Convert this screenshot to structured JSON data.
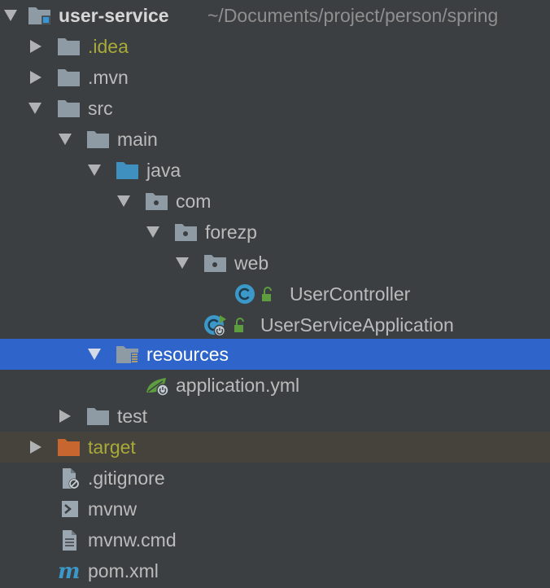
{
  "tree": {
    "project": {
      "name": "user-service",
      "path": "~/Documents/project/person/spring"
    },
    "items": [
      {
        "label": ".idea"
      },
      {
        "label": ".mvn"
      },
      {
        "label": "src"
      },
      {
        "label": "main"
      },
      {
        "label": "java"
      },
      {
        "label": "com"
      },
      {
        "label": "forezp"
      },
      {
        "label": "web"
      },
      {
        "label": "UserController"
      },
      {
        "label": "UserServiceApplication"
      },
      {
        "label": "resources"
      },
      {
        "label": "application.yml"
      },
      {
        "label": "test"
      },
      {
        "label": "target"
      },
      {
        "label": ".gitignore"
      },
      {
        "label": "mvnw"
      },
      {
        "label": "mvnw.cmd"
      },
      {
        "label": "pom.xml"
      }
    ],
    "selected": "resources"
  },
  "colors": {
    "background": "#3c3f41",
    "selection": "#2f65ca",
    "folder": "#8e9ba5",
    "source-folder": "#3f8fbf",
    "excluded-folder": "#c8662f",
    "ignored-text": "#a9a93a",
    "class-icon": "#3b98c8",
    "spring": "#5d9c3f"
  }
}
